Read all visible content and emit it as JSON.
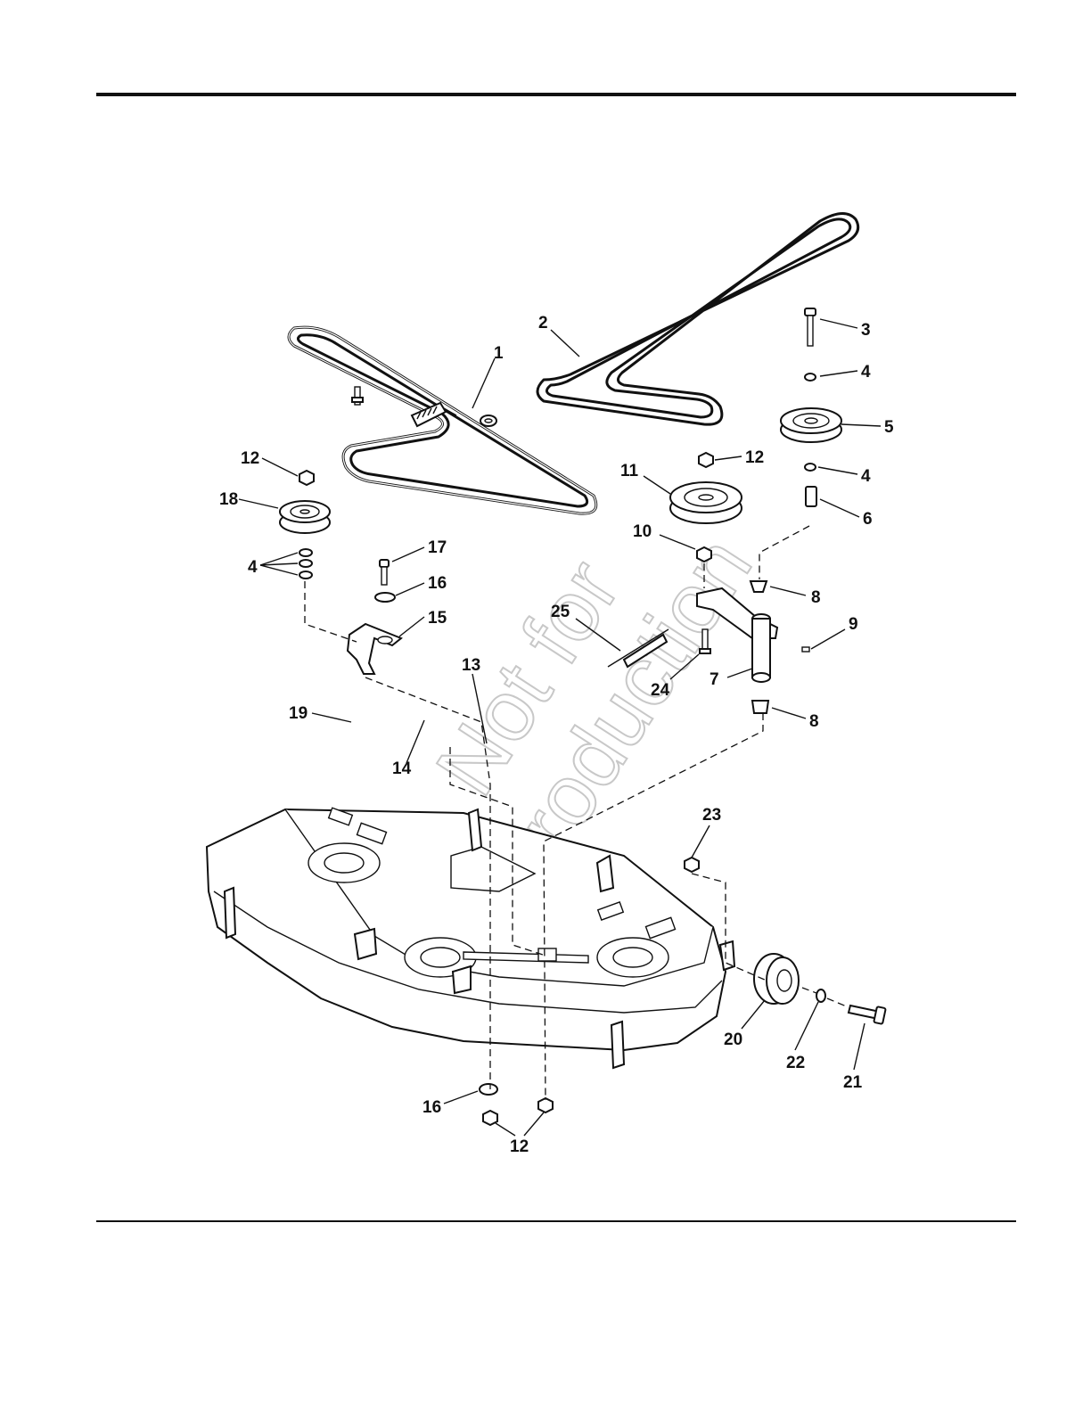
{
  "diagram": {
    "watermark": [
      "Not for",
      "Reproduction"
    ],
    "callouts": [
      {
        "id": "c1",
        "label": "1"
      },
      {
        "id": "c2",
        "label": "2"
      },
      {
        "id": "c3",
        "label": "3"
      },
      {
        "id": "c4a",
        "label": "4"
      },
      {
        "id": "c5",
        "label": "5"
      },
      {
        "id": "c4b",
        "label": "4"
      },
      {
        "id": "c6",
        "label": "6"
      },
      {
        "id": "c12a",
        "label": "12"
      },
      {
        "id": "c11",
        "label": "11"
      },
      {
        "id": "c10",
        "label": "10"
      },
      {
        "id": "c8a",
        "label": "8"
      },
      {
        "id": "c9",
        "label": "9"
      },
      {
        "id": "c7",
        "label": "7"
      },
      {
        "id": "c8b",
        "label": "8"
      },
      {
        "id": "c24",
        "label": "24"
      },
      {
        "id": "c25",
        "label": "25"
      },
      {
        "id": "c12b",
        "label": "12"
      },
      {
        "id": "c18",
        "label": "18"
      },
      {
        "id": "c4c",
        "label": "4"
      },
      {
        "id": "c17",
        "label": "17"
      },
      {
        "id": "c16a",
        "label": "16"
      },
      {
        "id": "c15",
        "label": "15"
      },
      {
        "id": "c19",
        "label": "19"
      },
      {
        "id": "c13",
        "label": "13"
      },
      {
        "id": "c14",
        "label": "14"
      },
      {
        "id": "c23",
        "label": "23"
      },
      {
        "id": "c20",
        "label": "20"
      },
      {
        "id": "c22",
        "label": "22"
      },
      {
        "id": "c21",
        "label": "21"
      },
      {
        "id": "c16b",
        "label": "16"
      },
      {
        "id": "c12c",
        "label": "12"
      }
    ]
  }
}
